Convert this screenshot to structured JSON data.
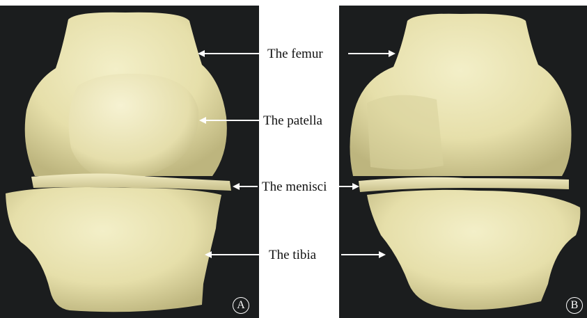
{
  "labels": {
    "femur": "The femur",
    "patella": "The patella",
    "menisci": "The menisci",
    "tibia": "The tibia"
  },
  "panels": {
    "a": "A",
    "b": "B"
  },
  "colors": {
    "background_panel": "#1b1d1e",
    "bone": "#ece6b4",
    "bone_shadow": "#b9b27c",
    "arrow": "#ffffff"
  }
}
